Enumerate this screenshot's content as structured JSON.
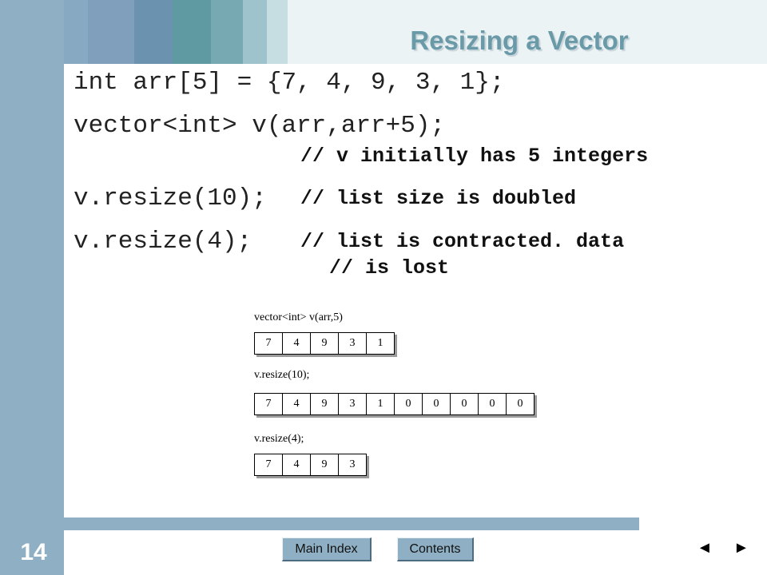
{
  "slide": {
    "title": "Resizing a Vector",
    "number": "14"
  },
  "code": {
    "line1": "int arr[5] = {7, 4, 9, 3, 1};",
    "line2": "vector<int> v(arr,arr+5);",
    "comment2": "// v initially has 5 integers",
    "line3": "v.resize(10);",
    "comment3": "// list size is doubled",
    "line4": "v.resize(4);",
    "comment4a": "// list is contracted. data",
    "comment4b": "// is lost"
  },
  "diagram": {
    "rows": [
      {
        "label": "vector<int> v(arr,5)",
        "values": [
          "7",
          "4",
          "9",
          "3",
          "1"
        ]
      },
      {
        "label": "v.resize(10);",
        "values": [
          "7",
          "4",
          "9",
          "3",
          "1",
          "0",
          "0",
          "0",
          "0",
          "0"
        ]
      },
      {
        "label": "v.resize(4);",
        "values": [
          "7",
          "4",
          "9",
          "3"
        ]
      }
    ]
  },
  "nav": {
    "main_index": "Main Index",
    "contents": "Contents",
    "prev": "◄",
    "next": "►"
  },
  "colors": {
    "frame": "#8fb0c4",
    "title": "#6a9aa8"
  }
}
